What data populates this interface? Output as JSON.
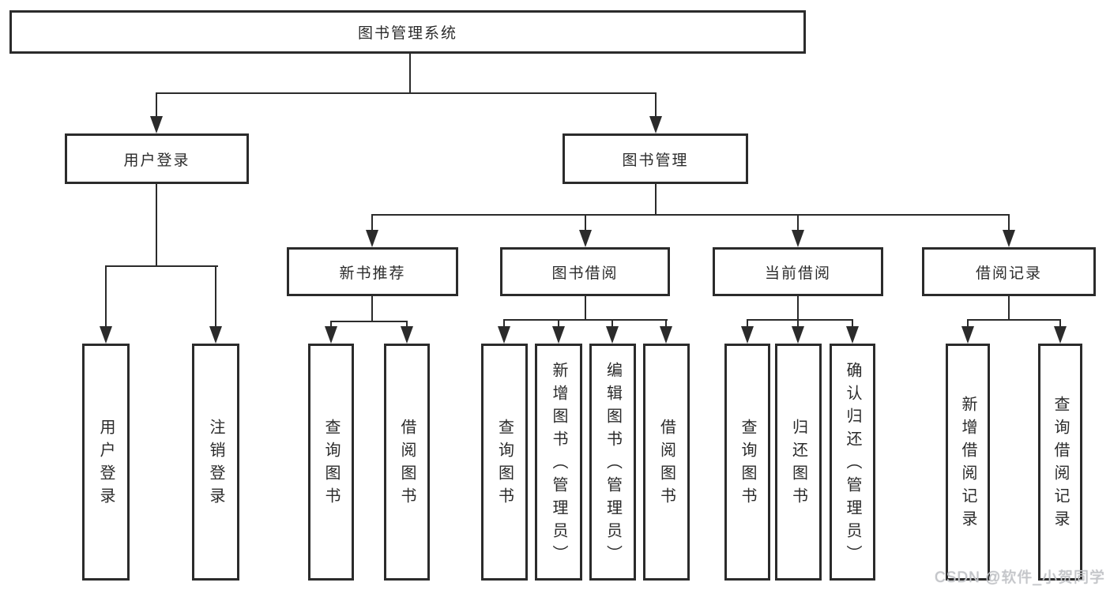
{
  "diagram_title": "图书管理系统",
  "tree": {
    "root": {
      "label": "图书管理系统"
    },
    "level2": [
      {
        "label": "用户登录",
        "leaves": [
          {
            "label": "用户登录"
          },
          {
            "label": "注销登录"
          }
        ]
      },
      {
        "label": "图书管理",
        "children": [
          {
            "label": "新书推荐",
            "leaves": [
              {
                "label": "查询图书"
              },
              {
                "label": "借阅图书"
              }
            ]
          },
          {
            "label": "图书借阅",
            "leaves": [
              {
                "label": "查询图书"
              },
              {
                "label": "新增图书（管理员）"
              },
              {
                "label": "编辑图书（管理员）"
              },
              {
                "label": "借阅图书"
              }
            ]
          },
          {
            "label": "当前借阅",
            "leaves": [
              {
                "label": "查询图书"
              },
              {
                "label": "归还图书"
              },
              {
                "label": "确认归还（管理员）"
              }
            ]
          },
          {
            "label": "借阅记录",
            "leaves": [
              {
                "label": "新增借阅记录"
              },
              {
                "label": "查询借阅记录"
              }
            ]
          }
        ]
      }
    ]
  },
  "watermark": {
    "text": "CSDN @软件_小贺同学",
    "color": "#c4c6ca"
  },
  "colors": {
    "line": "#2b2b2b",
    "box_border": "#2b2b2b",
    "box_background": "#ffffff",
    "text": "#2b2b2b",
    "background": "#ffffff"
  }
}
